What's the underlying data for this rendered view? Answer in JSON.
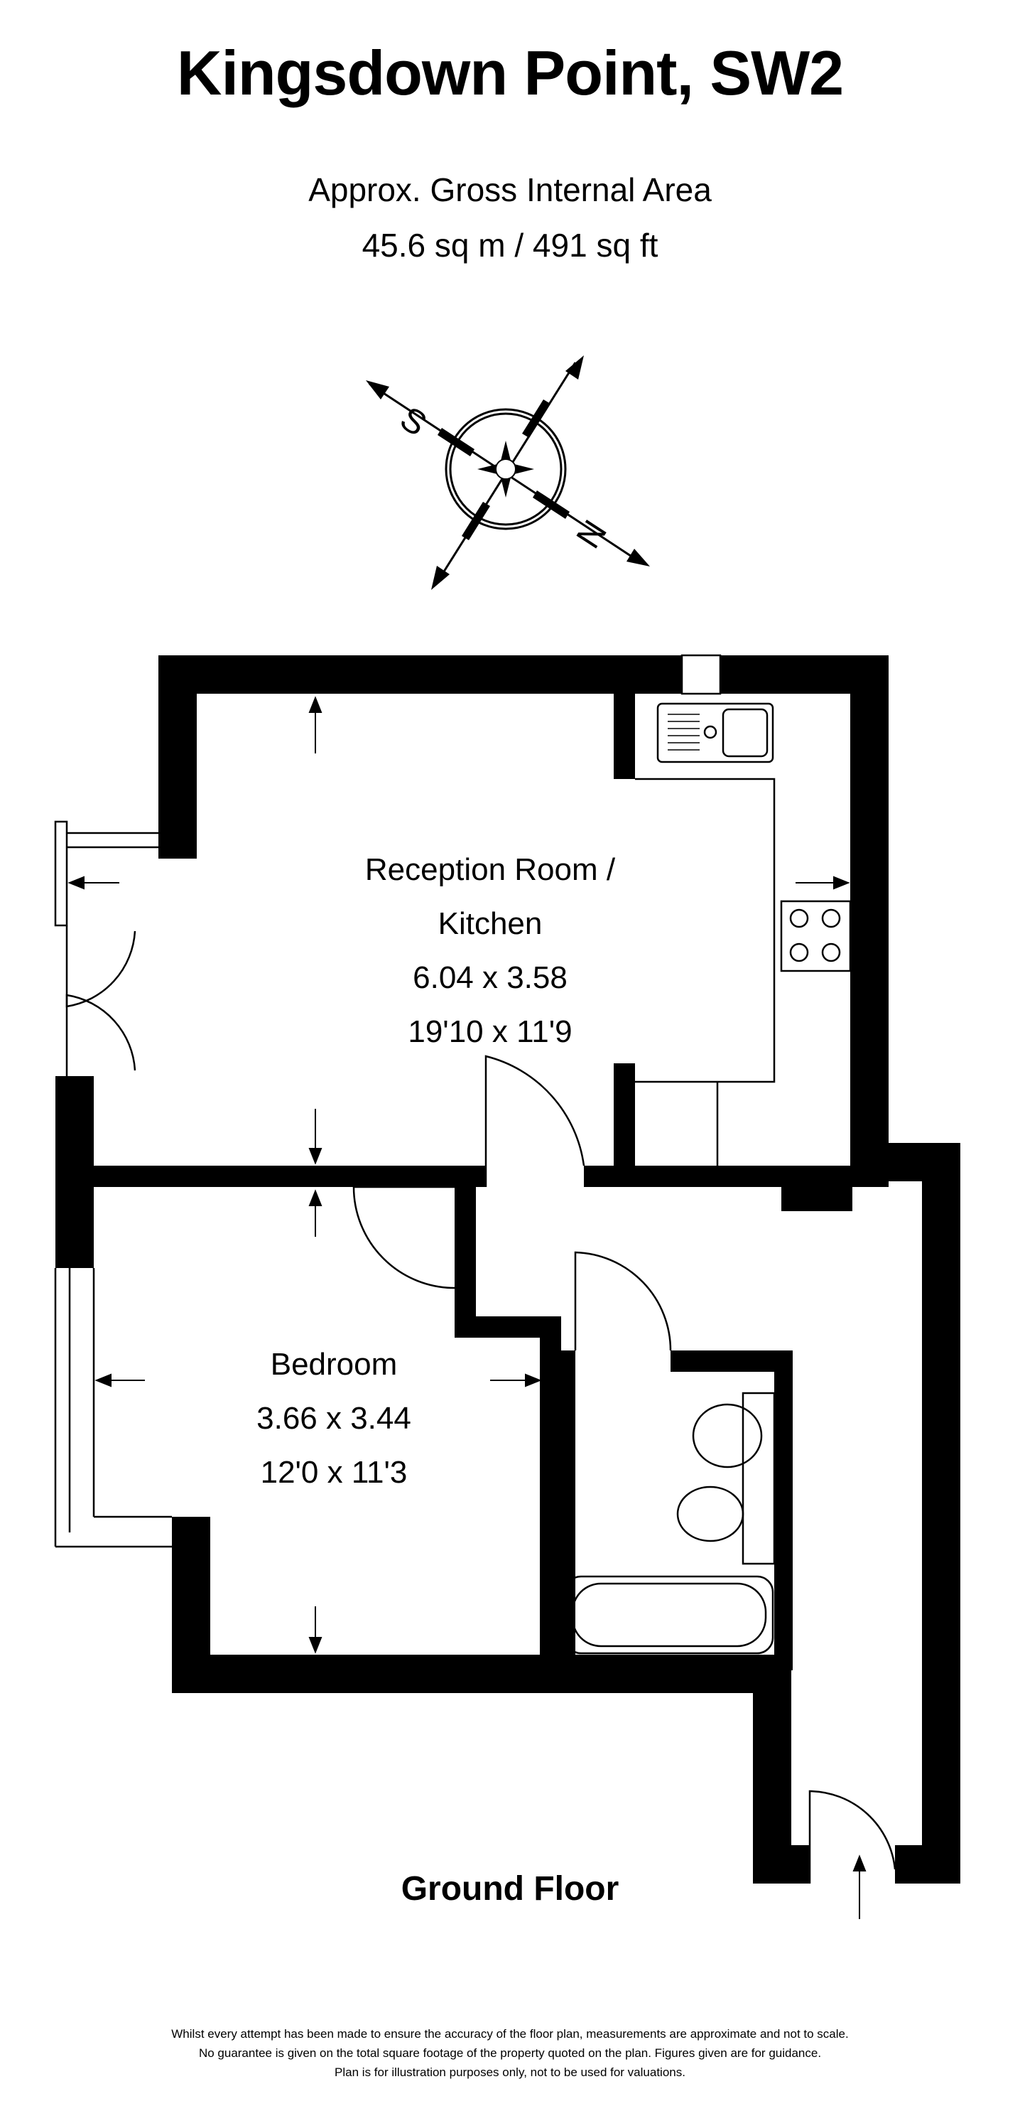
{
  "title": "Kingsdown Point, SW2",
  "area": {
    "label": "Approx. Gross Internal Area",
    "value": "45.6 sq m / 491 sq ft"
  },
  "compass": {
    "letters": [
      "S",
      "N"
    ]
  },
  "rooms": {
    "reception": {
      "name_line1": "Reception Room /",
      "name_line2": "Kitchen",
      "metric": "6.04 x 3.58",
      "imperial": "19'10 x 11'9"
    },
    "bedroom": {
      "name": "Bedroom",
      "metric": "3.66 x 3.44",
      "imperial": "12'0 x 11'3"
    }
  },
  "floor_label": "Ground Floor",
  "disclaimer": [
    "Whilst every attempt has been made to ensure the accuracy of the floor plan, measurements are approximate and not to scale.",
    "No guarantee is given on the total square footage of the property quoted on the plan. Figures given are for guidance.",
    "Plan is for illustration purposes only, not to be used for valuations."
  ],
  "colors": {
    "wall": "#000000",
    "background": "#ffffff",
    "line": "#000000"
  }
}
